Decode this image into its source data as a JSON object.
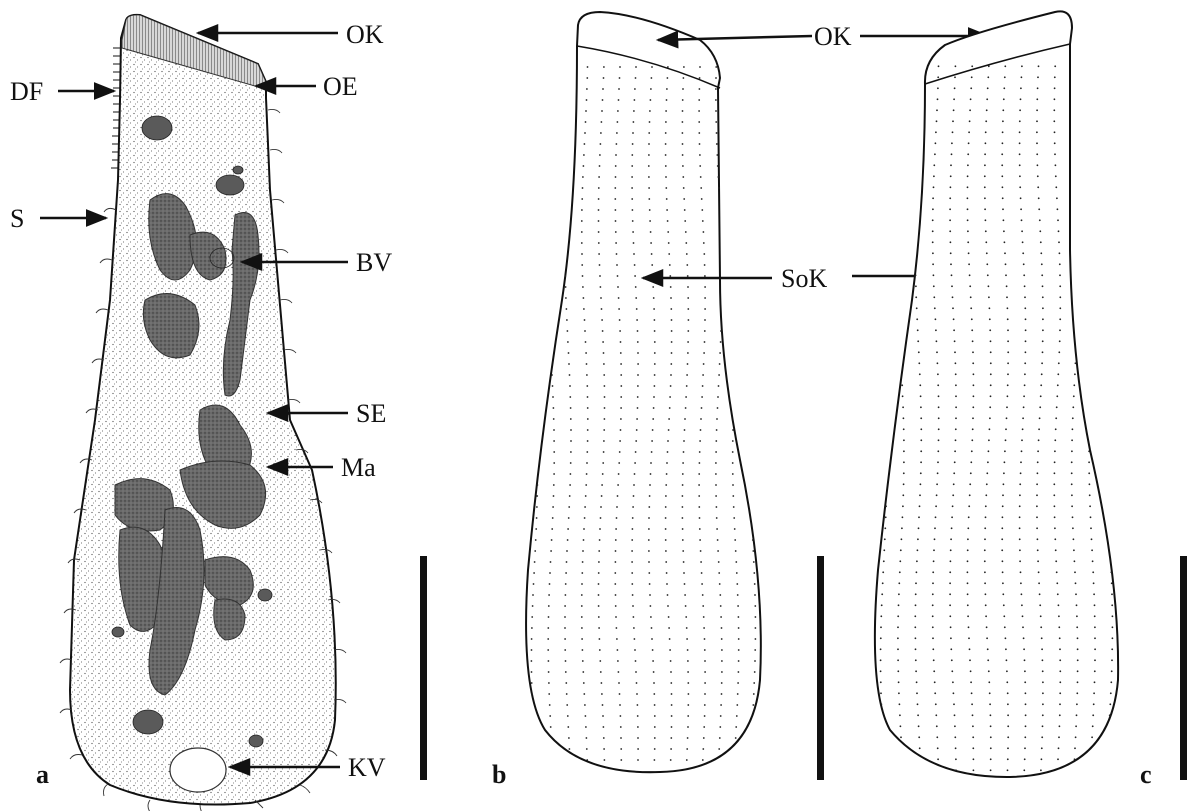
{
  "panels": [
    {
      "letter": "a"
    },
    {
      "letter": "b"
    },
    {
      "letter": "c"
    }
  ],
  "labels": {
    "ok": "OK",
    "oe": "OE",
    "df": "DF",
    "s": "S",
    "bv": "BV",
    "se": "SE",
    "ma": "Ma",
    "kv": "KV",
    "sok": "SoK"
  },
  "colors": {
    "ink": "#111111",
    "macronucleus": "#555555",
    "cytoplasm_stipple": "#333333"
  }
}
